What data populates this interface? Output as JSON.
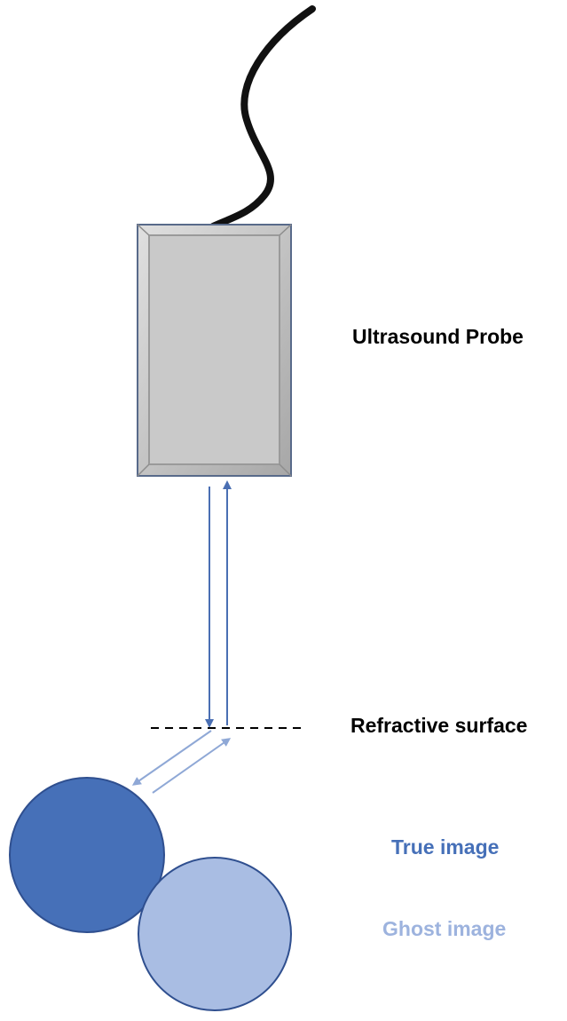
{
  "labels": {
    "probe": "Ultrasound Probe",
    "surface": "Refractive surface",
    "true_image": "True image",
    "ghost_image": "Ghost image"
  },
  "colors": {
    "true_image": "#4670b8",
    "ghost_image": "#a9bde3",
    "ghost_label": "#9db3de",
    "outline": "#2f4f8f",
    "arrow_dark": "#4a6fb3",
    "arrow_light": "#8fa8d6",
    "probe_fill": "#c8c8c8",
    "cable": "#111111"
  }
}
